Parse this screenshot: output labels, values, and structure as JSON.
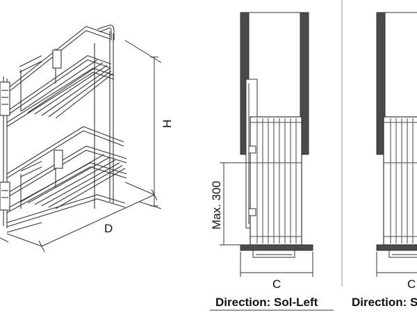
{
  "labels": {
    "height": "H",
    "depth": "D",
    "max_height": "Max. 300",
    "width_left": "C",
    "width_right": "C",
    "direction_left": "Direction: Sol-Left",
    "direction_right": "Direction: S"
  }
}
